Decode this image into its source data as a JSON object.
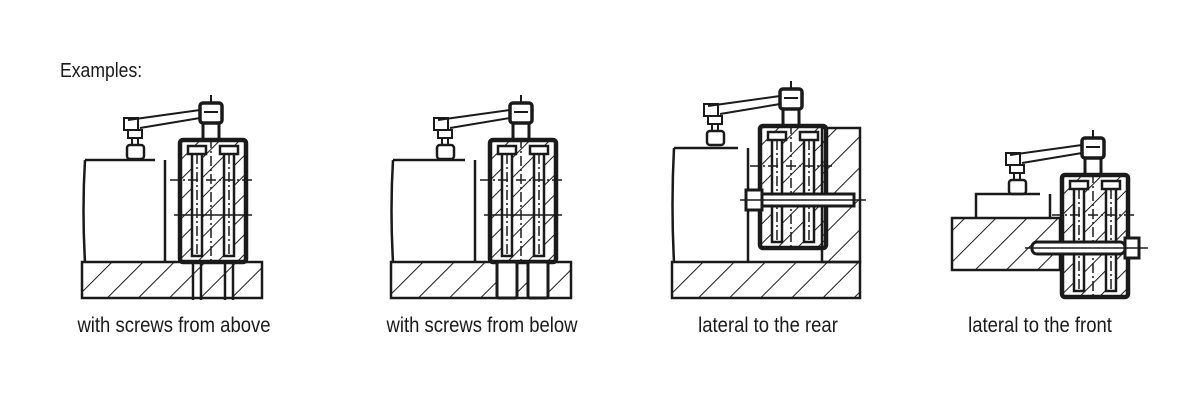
{
  "heading": "Examples:",
  "examples": [
    {
      "caption": "with screws from above"
    },
    {
      "caption": "with screws from below"
    },
    {
      "caption": "lateral to the rear"
    },
    {
      "caption": "lateral to the front"
    }
  ],
  "colors": {
    "ink": "#1a1a1a",
    "background": "#ffffff"
  }
}
